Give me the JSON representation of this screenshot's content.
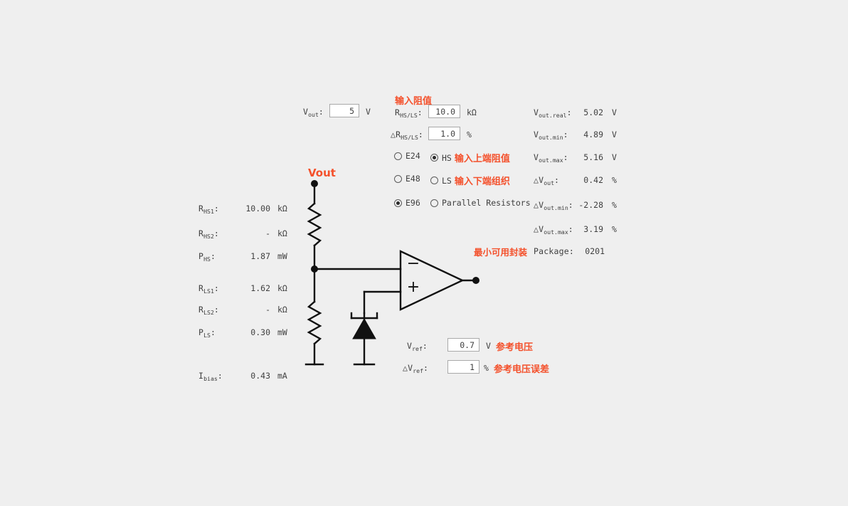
{
  "theme": {
    "background": "#efefef",
    "accent": "#f4512c",
    "text": "#3f3f3f",
    "wire": "#111111",
    "field_background": "#ffffff",
    "field_border": "#a9a9a9"
  },
  "inputs": {
    "vout": {
      "label": "V",
      "label_sub": "out",
      "colon": ":",
      "value": "5",
      "unit": "V"
    },
    "resistance_section_title": "输入阻值",
    "r_hsls": {
      "label": "R",
      "label_sub": "HS/LS",
      "colon": ":",
      "value": "10.0",
      "unit": "kΩ"
    },
    "delta_r_hsls": {
      "label": "△R",
      "label_sub": "HS/LS",
      "colon": ":",
      "value": "1.0",
      "unit": "%"
    },
    "vref": {
      "label": "V",
      "label_sub": "ref",
      "colon": ":",
      "value": "0.7",
      "unit": "V",
      "note": "参考电压"
    },
    "delta_vref": {
      "label": "△V",
      "label_sub": "ref",
      "colon": ":",
      "value": "1",
      "unit": "%",
      "note": "参考电压误差"
    }
  },
  "series_options": [
    {
      "id": "e24",
      "label": "E24",
      "selected": false
    },
    {
      "id": "e48",
      "label": "E48",
      "selected": false
    },
    {
      "id": "e96",
      "label": "E96",
      "selected": true
    }
  ],
  "mode_options": [
    {
      "id": "hs",
      "label": "HS",
      "note": "输入上端阻值",
      "selected": true
    },
    {
      "id": "ls",
      "label": "LS",
      "note": "输入下端组织",
      "selected": false
    },
    {
      "id": "parallel",
      "label": "Parallel Resistors",
      "note": "",
      "selected": false
    }
  ],
  "results_left": [
    {
      "label": "R",
      "sub": "HS1",
      "colon": ":",
      "value": "10.00",
      "unit": "kΩ"
    },
    {
      "label": "R",
      "sub": "HS2",
      "colon": ":",
      "value": "-",
      "unit": "kΩ"
    },
    {
      "label": "P",
      "sub": "HS",
      "colon": ":",
      "value": "1.87",
      "unit": "mW"
    },
    {
      "label": "R",
      "sub": "LS1",
      "colon": ":",
      "value": "1.62",
      "unit": "kΩ"
    },
    {
      "label": "R",
      "sub": "LS2",
      "colon": ":",
      "value": "-",
      "unit": "kΩ"
    },
    {
      "label": "P",
      "sub": "LS",
      "colon": ":",
      "value": "0.30",
      "unit": "mW"
    },
    {
      "label": "I",
      "sub": "bias",
      "colon": ":",
      "value": "0.43",
      "unit": "mA"
    }
  ],
  "results_right": [
    {
      "label": "V",
      "sub": "out.real",
      "colon": ":",
      "value": "5.02",
      "unit": "V"
    },
    {
      "label": "V",
      "sub": "out.min",
      "colon": ":",
      "value": "4.89",
      "unit": "V"
    },
    {
      "label": "V",
      "sub": "out.max",
      "colon": ":",
      "value": "5.16",
      "unit": "V"
    },
    {
      "label": "△V",
      "sub": "out",
      "colon": ":",
      "value": "0.42",
      "unit": "%"
    },
    {
      "label": "△V",
      "sub": "out.min",
      "colon": ":",
      "value": "-2.28",
      "unit": "%"
    },
    {
      "label": "△V",
      "sub": "out.max",
      "colon": ":",
      "value": "3.19",
      "unit": "%"
    }
  ],
  "package": {
    "note": "最小可用封装",
    "label": "Package:",
    "value": "0201"
  },
  "schematic": {
    "vout_node_label": "Vout",
    "opamp_minus": "−",
    "opamp_plus": "+"
  }
}
